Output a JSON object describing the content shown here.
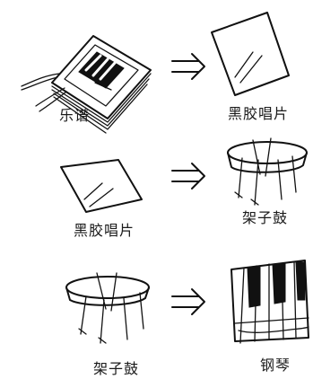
{
  "rows": [
    {
      "left_label": "乐谱",
      "right_label": "黑胶唱片",
      "arrow": "⇒",
      "left_icon": "sheet-music-book-icon",
      "right_icon": "vinyl-record-icon"
    },
    {
      "left_label": "黑胶唱片",
      "right_label": "架子鼓",
      "arrow": "⇒",
      "left_icon": "vinyl-record-icon",
      "right_icon": "drum-kit-icon"
    },
    {
      "left_label": "架子鼓",
      "right_label": "钢琴",
      "arrow": "⇒",
      "left_icon": "drum-kit-icon",
      "right_icon": "piano-keys-icon"
    }
  ]
}
